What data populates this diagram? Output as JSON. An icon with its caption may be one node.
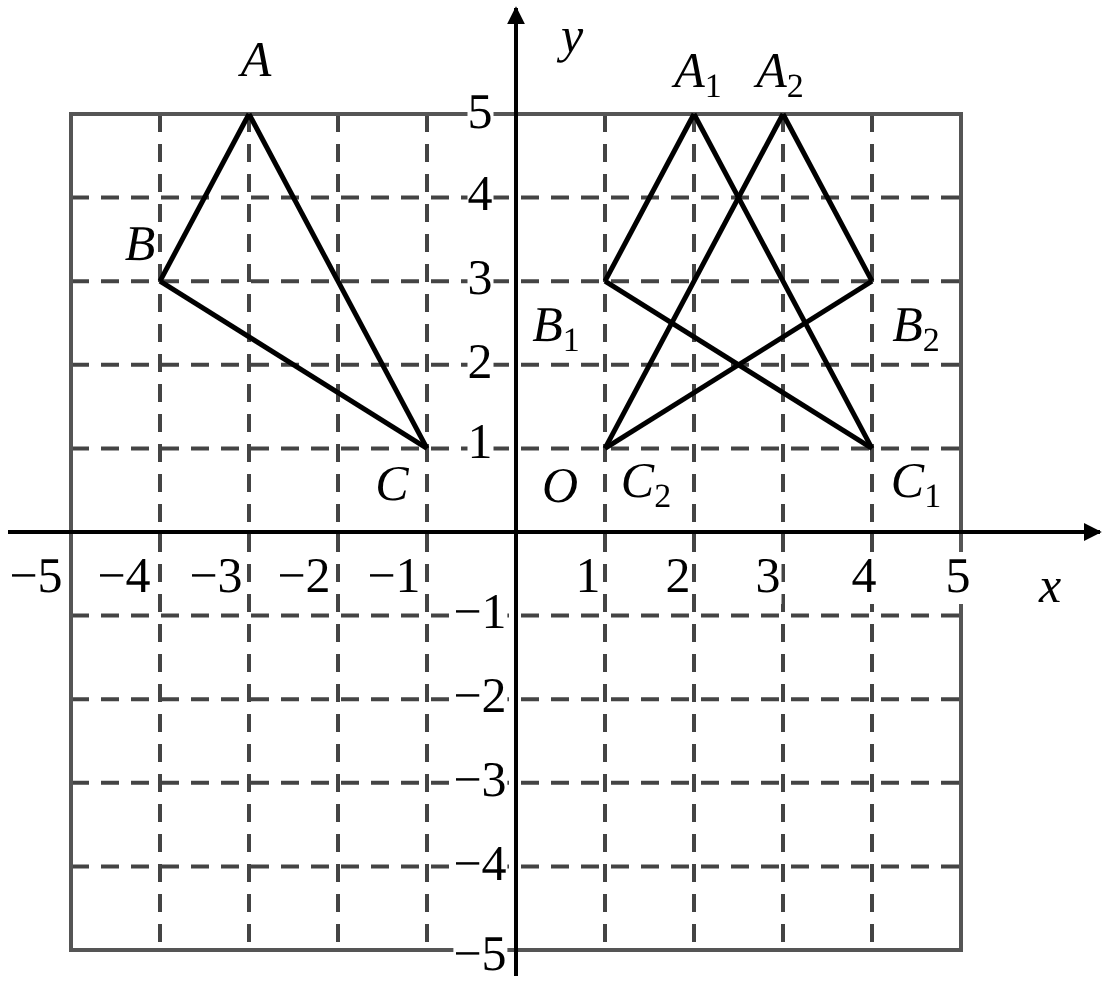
{
  "diagram": {
    "nodes": [
      {
        "text": [
          "A"
        ]
      },
      {
        "text": [
          "B"
        ]
      },
      {
        "text": [
          "C"
        ]
      },
      {
        "text": [
          "A$_{1}$"
        ]
      },
      {
        "text": [
          "B$_{1}$"
        ]
      },
      {
        "text": [
          "C$_{1}$"
        ]
      },
      {
        "text": [
          "A$_{2}$"
        ]
      },
      {
        "text": [
          "B$_{2}$"
        ]
      },
      {
        "text": [
          "C$_{2}$"
        ]
      }
    ],
    "edges": [
      {
        "from": 0,
        "to": 1,
        "arrow": "none"
      },
      {
        "from": 1,
        "to": 2,
        "arrow": "none"
      },
      {
        "from": 2,
        "to": 0,
        "arrow": "none"
      },
      {
        "from": 3,
        "to": 4,
        "arrow": "none"
      },
      {
        "from": 4,
        "to": 5,
        "arrow": "none"
      },
      {
        "from": 5,
        "to": 3,
        "arrow": "none"
      },
      {
        "from": 6,
        "to": 7,
        "arrow": "none"
      },
      {
        "from": 7,
        "to": 8,
        "arrow": "none"
      },
      {
        "from": 8,
        "to": 6,
        "arrow": "none"
      }
    ],
    "labels": [
      "y",
      "5",
      "4",
      "3",
      "2",
      "1",
      "O",
      "−5",
      "−4",
      "−3",
      "−2",
      "−1",
      "1",
      "2",
      "3",
      "4",
      "5",
      "x",
      "−1",
      "−2",
      "−3",
      "−4",
      "−5"
    ]
  }
}
